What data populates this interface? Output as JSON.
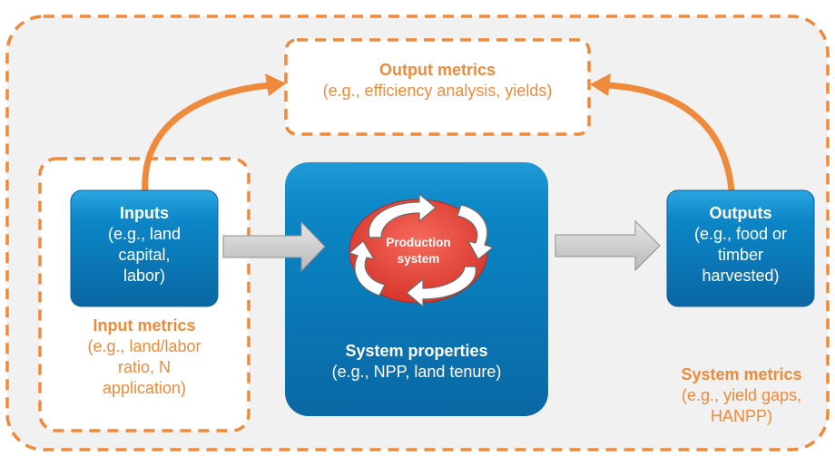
{
  "output_metrics": {
    "title": "Output metrics",
    "detail": "(e.g., efficiency analysis, yields)"
  },
  "inputs": {
    "title": "Inputs",
    "lines": [
      "(e.g., land",
      "capital,",
      "labor)"
    ]
  },
  "input_metrics": {
    "title": "Input metrics",
    "lines": [
      "(e.g., land/labor",
      "ratio, N",
      "application)"
    ]
  },
  "production_system": {
    "lines": [
      "Production",
      "system"
    ]
  },
  "system_properties": {
    "title": "System properties",
    "detail": "(e.g., NPP, land tenure)"
  },
  "outputs": {
    "title": "Outputs",
    "lines": [
      "(e.g., food or",
      "timber",
      "harvested)"
    ]
  },
  "system_metrics": {
    "title": "System metrics",
    "lines": [
      "(e.g., yield gaps,",
      "HANPP)"
    ]
  },
  "colors": {
    "accent_orange": "#ef8a3a",
    "box_blue": "#0c87c8",
    "box_blue_dark": "#0a6aa6",
    "production_red": "#e8443a",
    "arrow_gray": "#cfcfcf",
    "background_panel": "#f1f1f1"
  }
}
